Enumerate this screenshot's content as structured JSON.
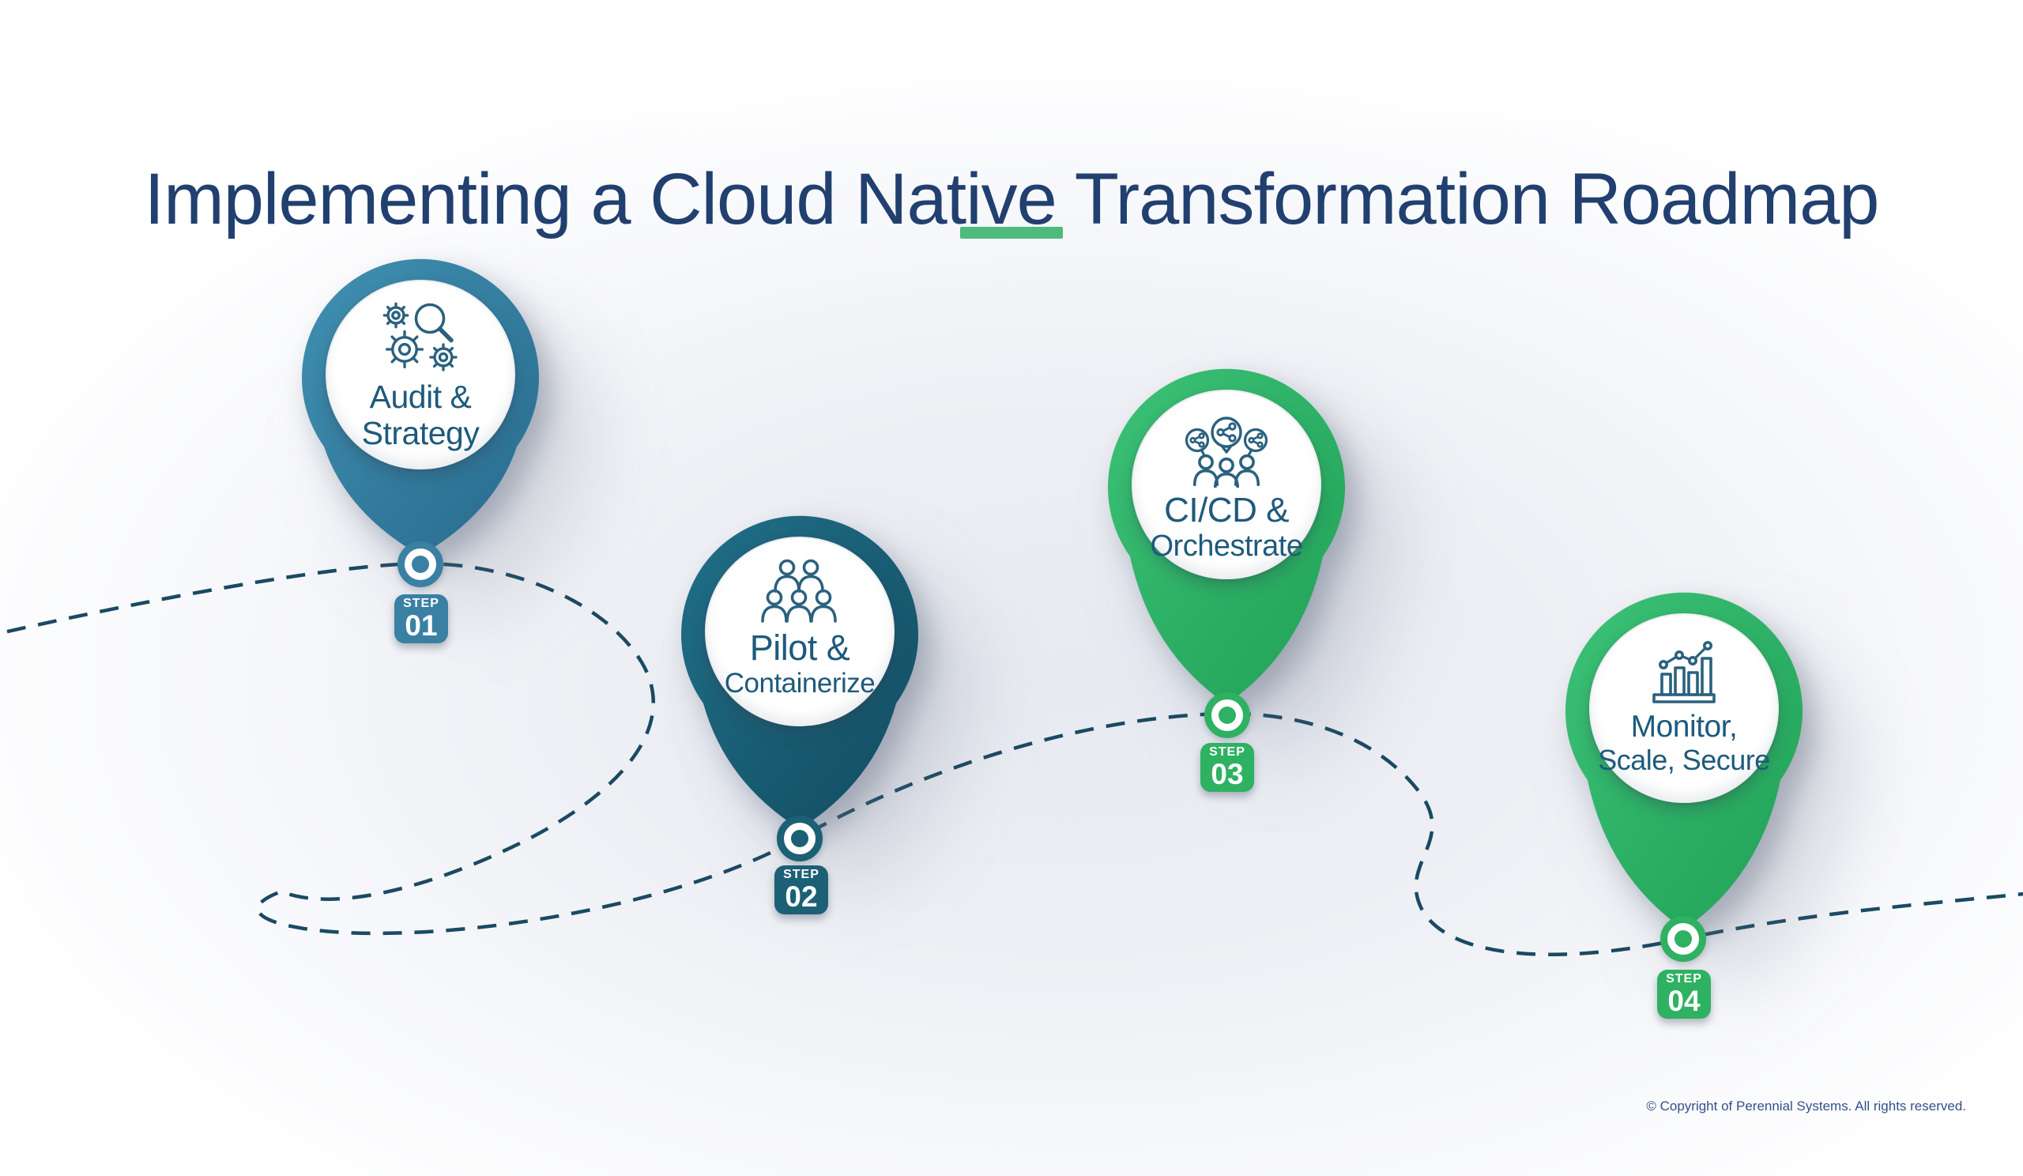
{
  "title": {
    "text": "Implementing a Cloud Native Transformation Roadmap",
    "color": "#21406F",
    "accent_bar_color": "#4CBB7C"
  },
  "roadmap": {
    "path_style": "dashed",
    "path_color": "#1A4A63",
    "label_color": "#1E5A7C",
    "steps": [
      {
        "step_word": "STEP",
        "number": "01",
        "label_line1": "Audit &",
        "label_line2": "Strategy",
        "icon": "gears-magnifier-icon",
        "pin_color": "#3582A5",
        "badge_color": "#3A80A3"
      },
      {
        "step_word": "STEP",
        "number": "02",
        "label_line1": "Pilot &",
        "label_line2": "Containerize",
        "icon": "team-icon",
        "pin_color": "#1B6279",
        "badge_color": "#1C6076"
      },
      {
        "step_word": "STEP",
        "number": "03",
        "label_line1": "CI/CD &",
        "label_line2": "Orchestrate",
        "icon": "collaboration-share-icon",
        "pin_color": "#2FB468",
        "badge_color": "#2FB162"
      },
      {
        "step_word": "STEP",
        "number": "04",
        "label_line1": "Monitor,",
        "label_line2": "Scale, Secure",
        "icon": "bar-chart-trend-icon",
        "pin_color": "#2FB468",
        "badge_color": "#2FB162"
      }
    ]
  },
  "footer": {
    "copyright": "© Copyright of Perennial Systems. All rights reserved."
  }
}
